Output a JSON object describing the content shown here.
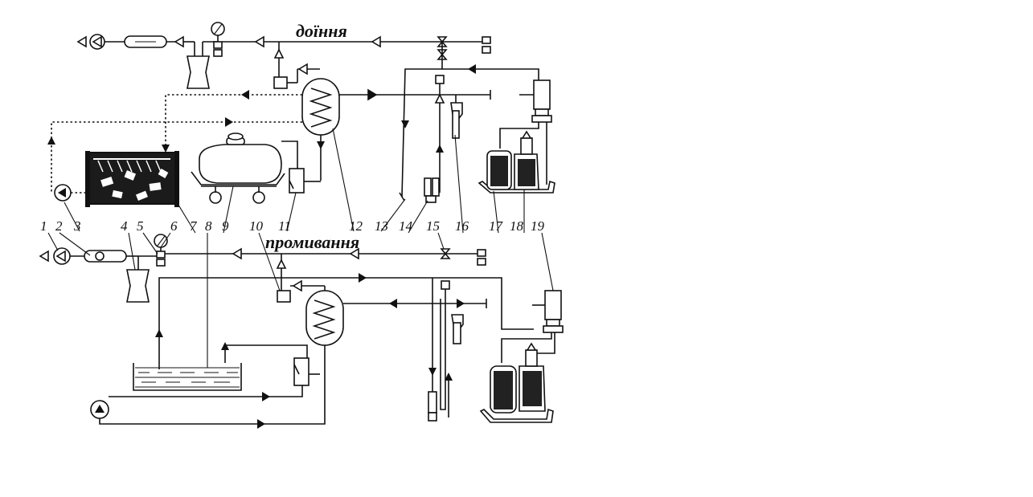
{
  "section_labels": {
    "milking": "доїння",
    "washing": "промивання"
  },
  "callouts": [
    "1",
    "2",
    "3",
    "4",
    "5",
    "6",
    "7",
    "8",
    "9",
    "10",
    "11",
    "12",
    "13",
    "14",
    "15",
    "16",
    "17",
    "18",
    "19"
  ]
}
